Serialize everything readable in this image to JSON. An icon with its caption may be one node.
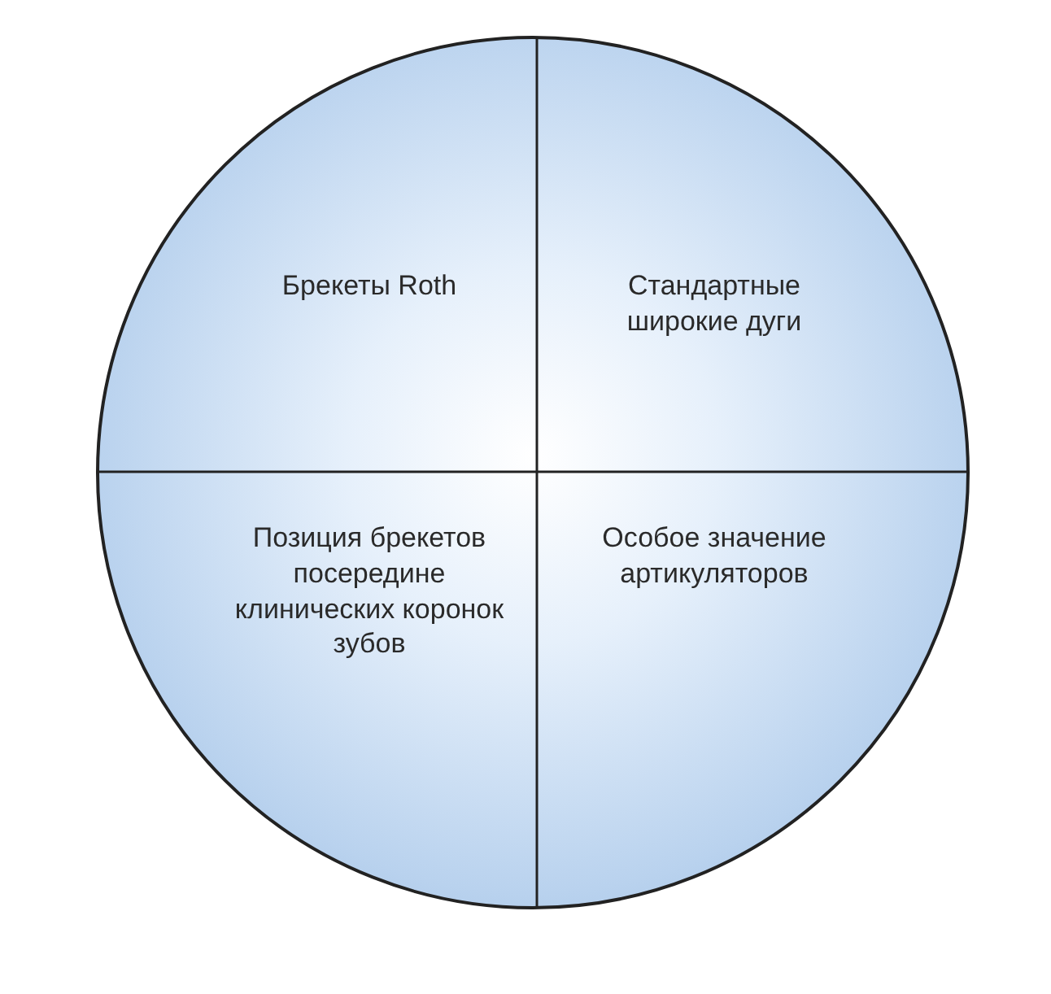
{
  "diagram": {
    "nodes": [
      {
        "text": [],
        "shape": "circle"
      },
      {
        "text": [
          "Брекеты Roth"
        ],
        "in": 0
      },
      {
        "text": [
          "Стандартные широкие дуги"
        ],
        "in": 0
      },
      {
        "text": [
          "Позиция брекетов посередине клинических коронок зубов"
        ],
        "in": 0
      },
      {
        "text": [
          "Особое значение артикуляторов"
        ],
        "in": 0
      }
    ]
  }
}
